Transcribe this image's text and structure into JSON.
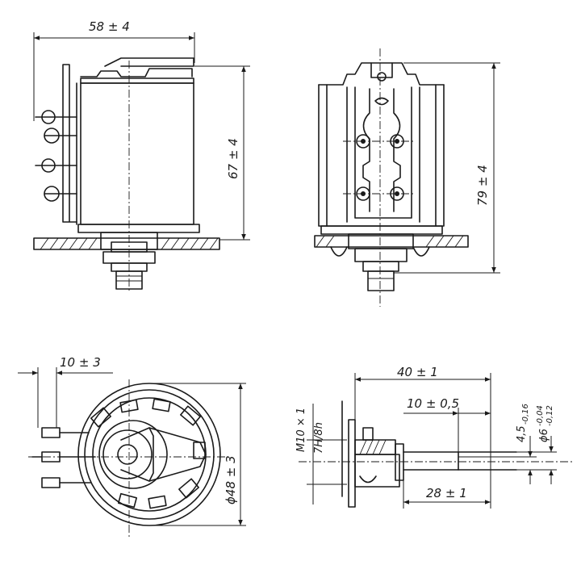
{
  "dimensions": {
    "width_side": "58 ± 4",
    "height_side": "67 ± 4",
    "height_front": "79 ± 4",
    "terminal_offset": "10 ± 3",
    "diameter_body": "ϕ48 ± 3",
    "length_total": "40 ± 1",
    "shaft_flat": "10 ± 0,5",
    "shaft_length": "28 ± 1",
    "flat_width_main": "4,5",
    "flat_width_tol": "-0,16",
    "shaft_diameter_main": "ϕ6",
    "shaft_diameter_tol_upper": "-0,04",
    "shaft_diameter_tol_lower": "-0,12",
    "thread_size": "M10 × 1",
    "thread_fit": "7H/8h"
  }
}
